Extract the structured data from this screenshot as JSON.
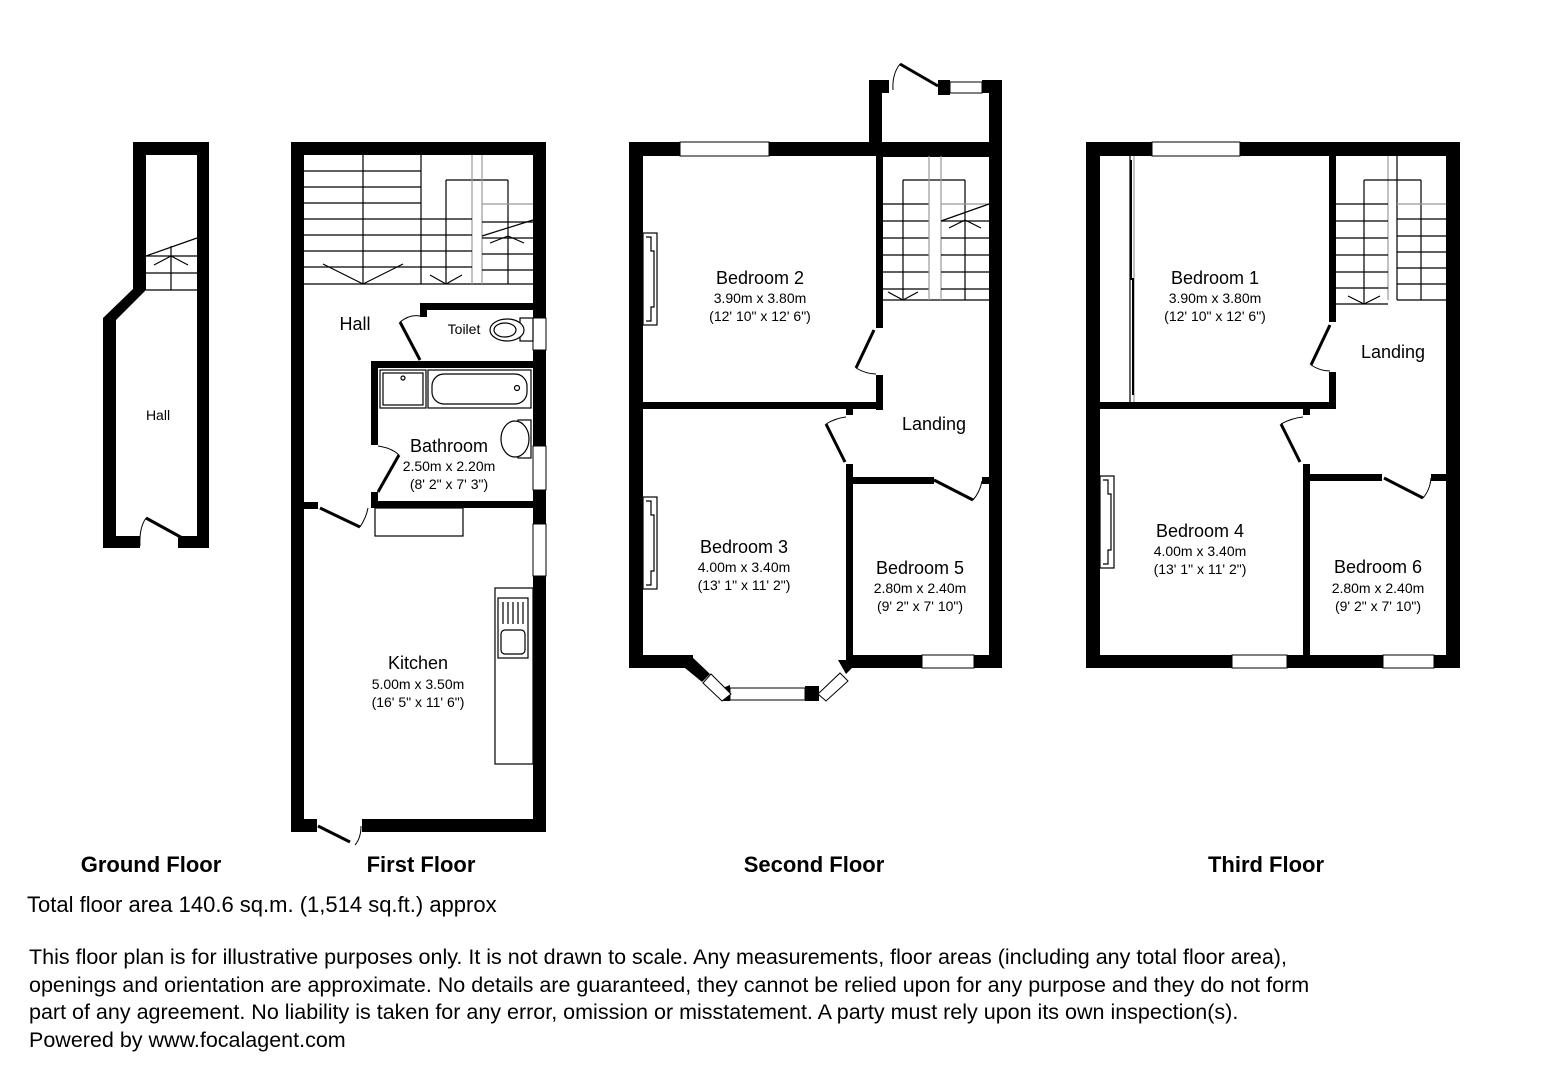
{
  "floors": {
    "ground": {
      "label": "Ground Floor",
      "rooms": {
        "hall": {
          "name": "Hall"
        }
      }
    },
    "first": {
      "label": "First Floor",
      "rooms": {
        "hall": {
          "name": "Hall"
        },
        "toilet": {
          "name": "Toilet"
        },
        "bathroom": {
          "name": "Bathroom",
          "metric": "2.50m x 2.20m",
          "imperial": "(8' 2\" x 7' 3\")"
        },
        "kitchen": {
          "name": "Kitchen",
          "metric": "5.00m x 3.50m",
          "imperial": "(16' 5\" x 11' 6\")"
        }
      }
    },
    "second": {
      "label": "Second Floor",
      "rooms": {
        "bedroom2": {
          "name": "Bedroom 2",
          "metric": "3.90m x 3.80m",
          "imperial": "(12' 10\" x 12' 6\")"
        },
        "bedroom3": {
          "name": "Bedroom 3",
          "metric": "4.00m x 3.40m",
          "imperial": "(13' 1\" x 11' 2\")"
        },
        "bedroom5": {
          "name": "Bedroom 5",
          "metric": "2.80m x 2.40m",
          "imperial": "(9' 2\" x 7' 10\")"
        },
        "landing": {
          "name": "Landing"
        }
      }
    },
    "third": {
      "label": "Third Floor",
      "rooms": {
        "bedroom1": {
          "name": "Bedroom 1",
          "metric": "3.90m x 3.80m",
          "imperial": "(12' 10\" x 12' 6\")"
        },
        "bedroom4": {
          "name": "Bedroom 4",
          "metric": "4.00m x 3.40m",
          "imperial": "(13' 1\" x 11' 2\")"
        },
        "bedroom6": {
          "name": "Bedroom 6",
          "metric": "2.80m x 2.40m",
          "imperial": "(9' 2\" x 7' 10\")"
        },
        "landing": {
          "name": "Landing"
        }
      }
    }
  },
  "total_area": "Total floor area 140.6 sq.m. (1,514 sq.ft.) approx",
  "disclaimer": {
    "lines": [
      "This floor plan is for illustrative purposes only. It is not drawn to scale. Any measurements, floor areas (including any total floor area),",
      "openings and orientation are approximate. No details are guaranteed, they cannot be relied upon for any purpose and they do not form",
      "part of any agreement. No liability is taken for any error, omission or misstatement. A party must rely upon its own inspection(s).",
      "Powered by www.focalagent.com"
    ]
  }
}
